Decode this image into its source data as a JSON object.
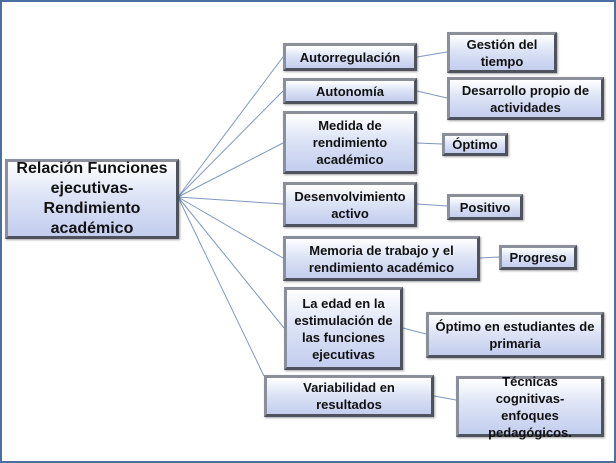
{
  "root": {
    "label": "Relación Funciones ejecutivas-Rendimiento académico"
  },
  "branches": [
    {
      "label": "Autorregulación",
      "result": "Gestión del tiempo"
    },
    {
      "label": "Autonomía",
      "result": "Desarrollo propio de actividades"
    },
    {
      "label": "Medida de rendimiento académico",
      "result": "Óptimo"
    },
    {
      "label": "Desenvolvimiento activo",
      "result": "Positivo"
    },
    {
      "label": "Memoria de trabajo y el rendimiento académico",
      "result": "Progreso"
    },
    {
      "label": "La edad en la estimulación de las funciones ejecutivas",
      "result": "Óptimo en estudiantes de primaria"
    },
    {
      "label": "Variabilidad en resultados",
      "result": "Técnicas cognitivas-enfoques pedagógicos."
    }
  ],
  "colors": {
    "line": "#7f98c0",
    "frame": "#4a6fa0"
  }
}
